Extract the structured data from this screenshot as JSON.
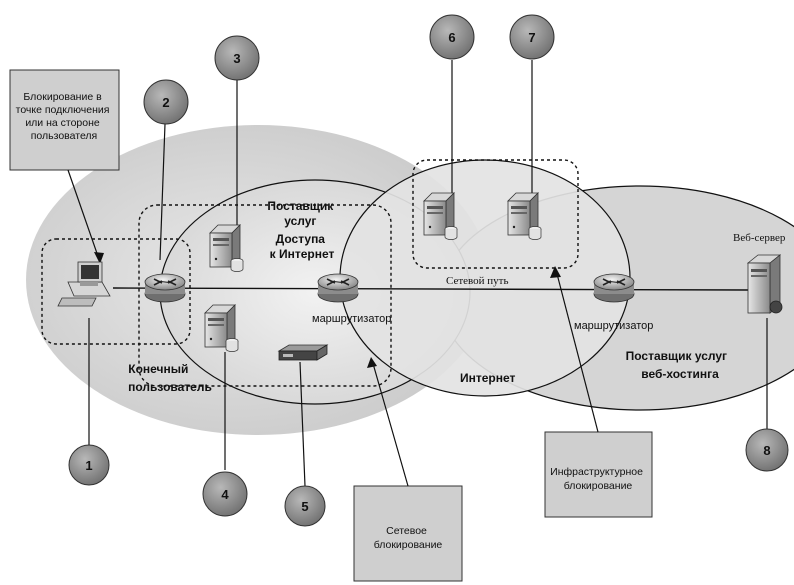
{
  "callouts": {
    "user_blocking": [
      "Блокирование в",
      "точке подключения",
      "или на стороне",
      "пользователя"
    ],
    "infrastructure_blocking": [
      "Инфраструктурное",
      "блокирование"
    ],
    "network_blocking": [
      "Сетевое",
      "блокирование"
    ]
  },
  "zones": {
    "isp": [
      "Поставщик",
      "услуг",
      "Доступа",
      "к Интернет"
    ],
    "end_user": [
      "Конечный",
      "пользователь"
    ],
    "internet": "Интернет",
    "hosting": [
      "Поставщик услуг",
      "веб-хостинга"
    ]
  },
  "labels": {
    "router1": "маршрутизатор",
    "router2": "маршрутизатор",
    "network_path": "Сетевой путь",
    "web_server": "Веб-сервер"
  },
  "markers": [
    "1",
    "2",
    "3",
    "4",
    "5",
    "6",
    "7",
    "8"
  ]
}
